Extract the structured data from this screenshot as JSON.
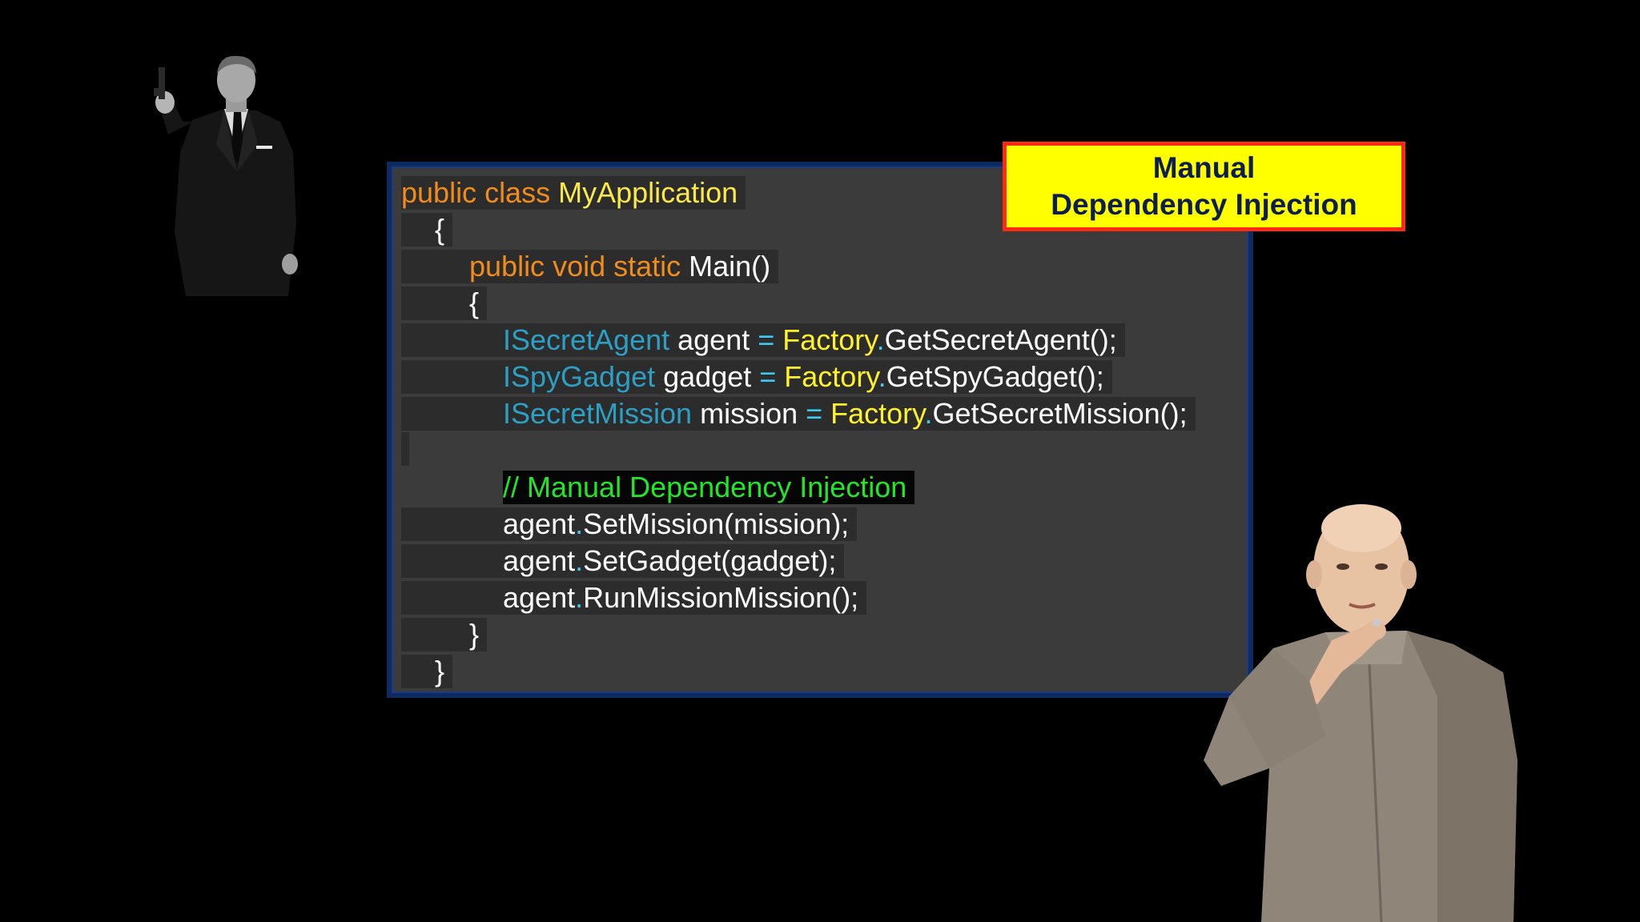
{
  "slide": {
    "title_line1": "Manual",
    "title_line2": "Dependency Injection"
  },
  "code": {
    "line1": {
      "kw": "public class ",
      "cls": "MyApplication"
    },
    "line2": {
      "text": "{"
    },
    "line3": {
      "kw": "public void static ",
      "name": "Main()"
    },
    "line4": {
      "text": "{"
    },
    "line5": {
      "type": "ISecretAgent",
      "var": " agent ",
      "eq": "=",
      "factory": " Factory",
      "dot": ".",
      "call": "GetSecretAgent();"
    },
    "line6": {
      "type": "ISpyGadget",
      "var": " gadget ",
      "eq": "=",
      "factory": " Factory",
      "dot": ".",
      "call": "GetSpyGadget();"
    },
    "line7": {
      "type": "ISecretMission",
      "var": " mission ",
      "eq": "=",
      "factory": " Factory",
      "dot": ".",
      "call": "GetSecretMission();"
    },
    "line9": {
      "comment": "// Manual Dependency Injection"
    },
    "line10": {
      "obj": "agent",
      "dot": ".",
      "call": "SetMission(mission);"
    },
    "line11": {
      "obj": "agent",
      "dot": ".",
      "call": "SetGadget(gadget);"
    },
    "line12": {
      "obj": "agent",
      "dot": ".",
      "call": "RunMissionMission();"
    },
    "line13": {
      "text": "}"
    },
    "line14": {
      "text": "}"
    }
  },
  "figures": {
    "agent": "secret-agent-figure",
    "villain": "villain-figure"
  },
  "colors": {
    "keyword": "#f08c1c",
    "class_name": "#fbe84a",
    "interface": "#2e9fc4",
    "operator": "#3ccaf0",
    "factory": "#fff22a",
    "comment": "#23e629",
    "badge_bg": "#ffff00",
    "badge_border": "#ff2a10",
    "badge_text": "#0c1e50"
  }
}
